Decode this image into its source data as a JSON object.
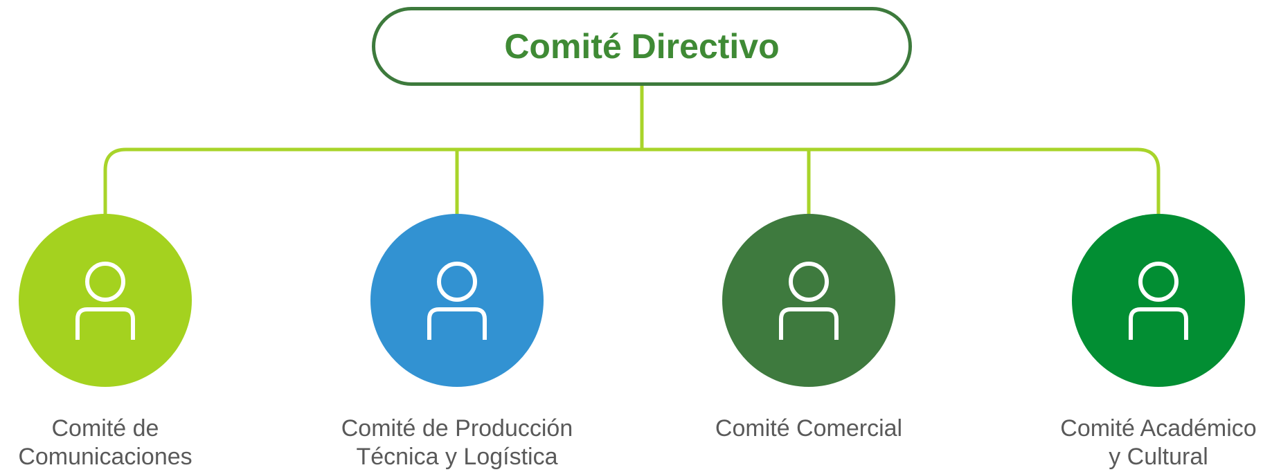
{
  "top": {
    "title": "Comité Directivo",
    "border_color": "#3d7a3c",
    "text_color": "#3f8a35"
  },
  "connector_color": "#a8d42a",
  "members": [
    {
      "label": "Comité de\nComunicaciones",
      "color": "#a4d21f",
      "icon": "person-icon"
    },
    {
      "label": "Comité de Producción\nTécnica y Logística",
      "color": "#3292d2",
      "icon": "person-icon"
    },
    {
      "label": "Comité Comercial",
      "color": "#3e7a3e",
      "icon": "person-icon"
    },
    {
      "label": "Comité Académico\ny Cultural",
      "color": "#028e33",
      "icon": "person-icon"
    }
  ]
}
